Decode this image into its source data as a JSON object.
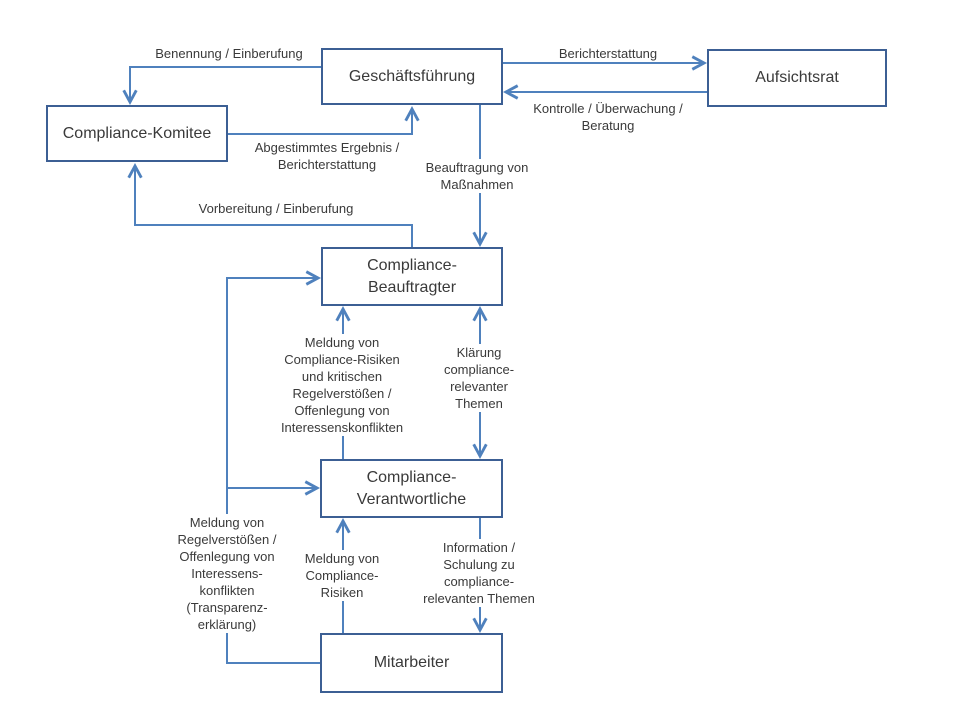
{
  "colors": {
    "box_border": "#3c5f94",
    "line": "#4f81bd",
    "text": "#3a3a3a",
    "background": "#ffffff"
  },
  "nodes": {
    "geschaeftsfuehrung": {
      "label": "Geschäftsführung"
    },
    "aufsichtsrat": {
      "label": "Aufsichtsrat"
    },
    "compliance_komitee": {
      "label": "Compliance-Komitee"
    },
    "compliance_beauftragter": {
      "label": "Compliance-\nBeauftragter"
    },
    "compliance_verantwortliche": {
      "label": "Compliance-\nVerantwortliche"
    },
    "mitarbeiter": {
      "label": "Mitarbeiter"
    }
  },
  "edges": {
    "benennung": {
      "from": "Geschäftsführung",
      "to": "Compliance-Komitee",
      "bidirectional": false,
      "label": "Benennung / Einberufung"
    },
    "berichterstattung": {
      "from": "Geschäftsführung",
      "to": "Aufsichtsrat",
      "bidirectional": false,
      "label": "Berichterstattung"
    },
    "kontrolle": {
      "from": "Aufsichtsrat",
      "to": "Geschäftsführung",
      "bidirectional": false,
      "label": "Kontrolle / Überwachung /\nBeratung"
    },
    "abgestimmtes_ergebnis": {
      "from": "Compliance-Komitee",
      "to": "Geschäftsführung",
      "bidirectional": false,
      "label": "Abgestimmtes Ergebnis /\nBerichterstattung"
    },
    "beauftragung": {
      "from": "Geschäftsführung",
      "to": "Compliance-Beauftragter",
      "bidirectional": false,
      "label": "Beauftragung von\nMaßnahmen"
    },
    "vorbereitung": {
      "from": "Compliance-Beauftragter",
      "to": "Compliance-Komitee",
      "bidirectional": false,
      "label": "Vorbereitung / Einberufung"
    },
    "meldung_kritisch": {
      "from": "Compliance-Verantwortliche",
      "to": "Compliance-Beauftragter",
      "bidirectional": false,
      "label": "Meldung von\nCompliance-Risiken\nund kritischen\nRegelverstößen /\nOffenlegung von\nInteressenskonflikten"
    },
    "klaerung": {
      "from": "Compliance-Verantwortliche",
      "to": "Compliance-Beauftragter",
      "bidirectional": true,
      "label": "Klärung\ncompliance-\nrelevanter\nThemen"
    },
    "meldung_regelverstoesse": {
      "from": "Mitarbeiter",
      "to": "Compliance-Beauftragter / Compliance-Verantwortliche",
      "bidirectional": false,
      "label": "Meldung von\nRegelverstößen /\nOffenlegung von\nInteressens-\nkonflikten\n(Transparenz-\nerklärung)"
    },
    "meldung_risiken": {
      "from": "Mitarbeiter",
      "to": "Compliance-Verantwortliche",
      "bidirectional": false,
      "label": "Meldung von\nCompliance-\nRisiken"
    },
    "information": {
      "from": "Compliance-Verantwortliche",
      "to": "Mitarbeiter",
      "bidirectional": false,
      "label": "Information /\nSchulung zu\ncompliance-\nrelevanten Themen"
    }
  }
}
